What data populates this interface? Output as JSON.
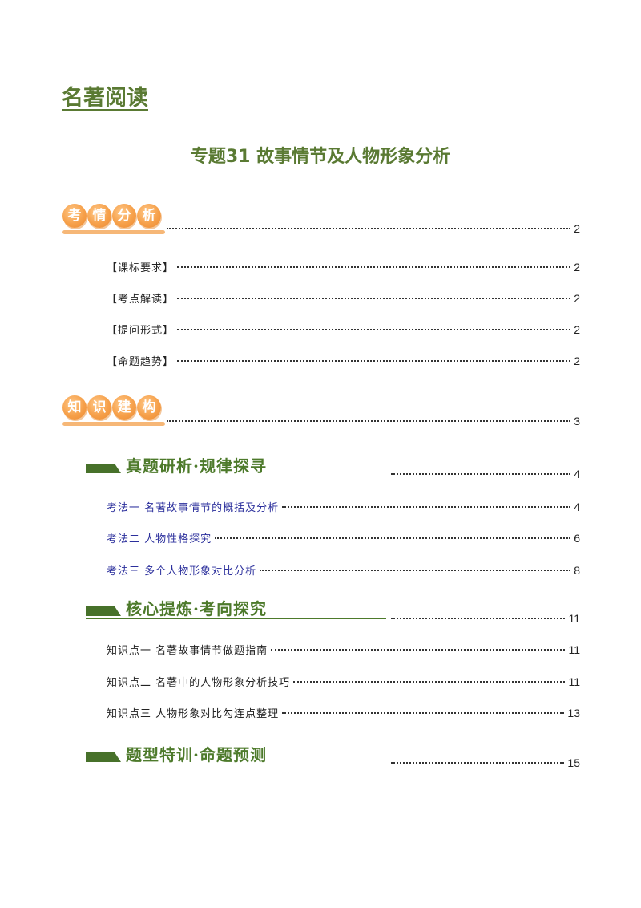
{
  "header": {
    "title": "名著阅读"
  },
  "doc_title": "专题31  故事情节及人物形象分析",
  "section1": {
    "badge": [
      "考",
      "情",
      "分",
      "析"
    ],
    "page": "2",
    "items": [
      {
        "label": "【课标要求】",
        "page": "2"
      },
      {
        "label": "【考点解读】",
        "page": "2"
      },
      {
        "label": "【提问形式】",
        "page": "2"
      },
      {
        "label": "【命题趋势】",
        "page": "2"
      }
    ]
  },
  "section2": {
    "badge": [
      "知",
      "识",
      "建",
      "构"
    ],
    "page": "3"
  },
  "banner1": {
    "title": "真题研析·规律探寻",
    "page": "4",
    "items": [
      {
        "label": "考法一  名著故事情节的概括及分析",
        "page": "4"
      },
      {
        "label": "考法二  人物性格探究",
        "page": "6"
      },
      {
        "label": "考法三  多个人物形象对比分析",
        "page": "8"
      }
    ]
  },
  "banner2": {
    "title": "核心提炼·考向探究",
    "page": "11",
    "items": [
      {
        "label": "知识点一  名著故事情节做题指南",
        "page": "11"
      },
      {
        "label": "知识点二  名著中的人物形象分析技巧",
        "page": "11"
      },
      {
        "label": "知识点三  人物形象对比勾连点整理",
        "page": "13"
      }
    ]
  },
  "banner3": {
    "title": "题型特训·命题预测",
    "page": "15"
  }
}
